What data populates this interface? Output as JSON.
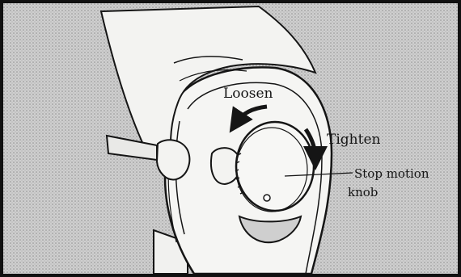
{
  "labels": {
    "loosen": "Loosen",
    "tighten": "Tighten",
    "knob_line1": "Stop motion",
    "knob_line2": "knob"
  },
  "colors": {
    "background": "#c9c9c9",
    "ink": "#151515",
    "skin": "#f3f3f1",
    "border": "#111111"
  }
}
